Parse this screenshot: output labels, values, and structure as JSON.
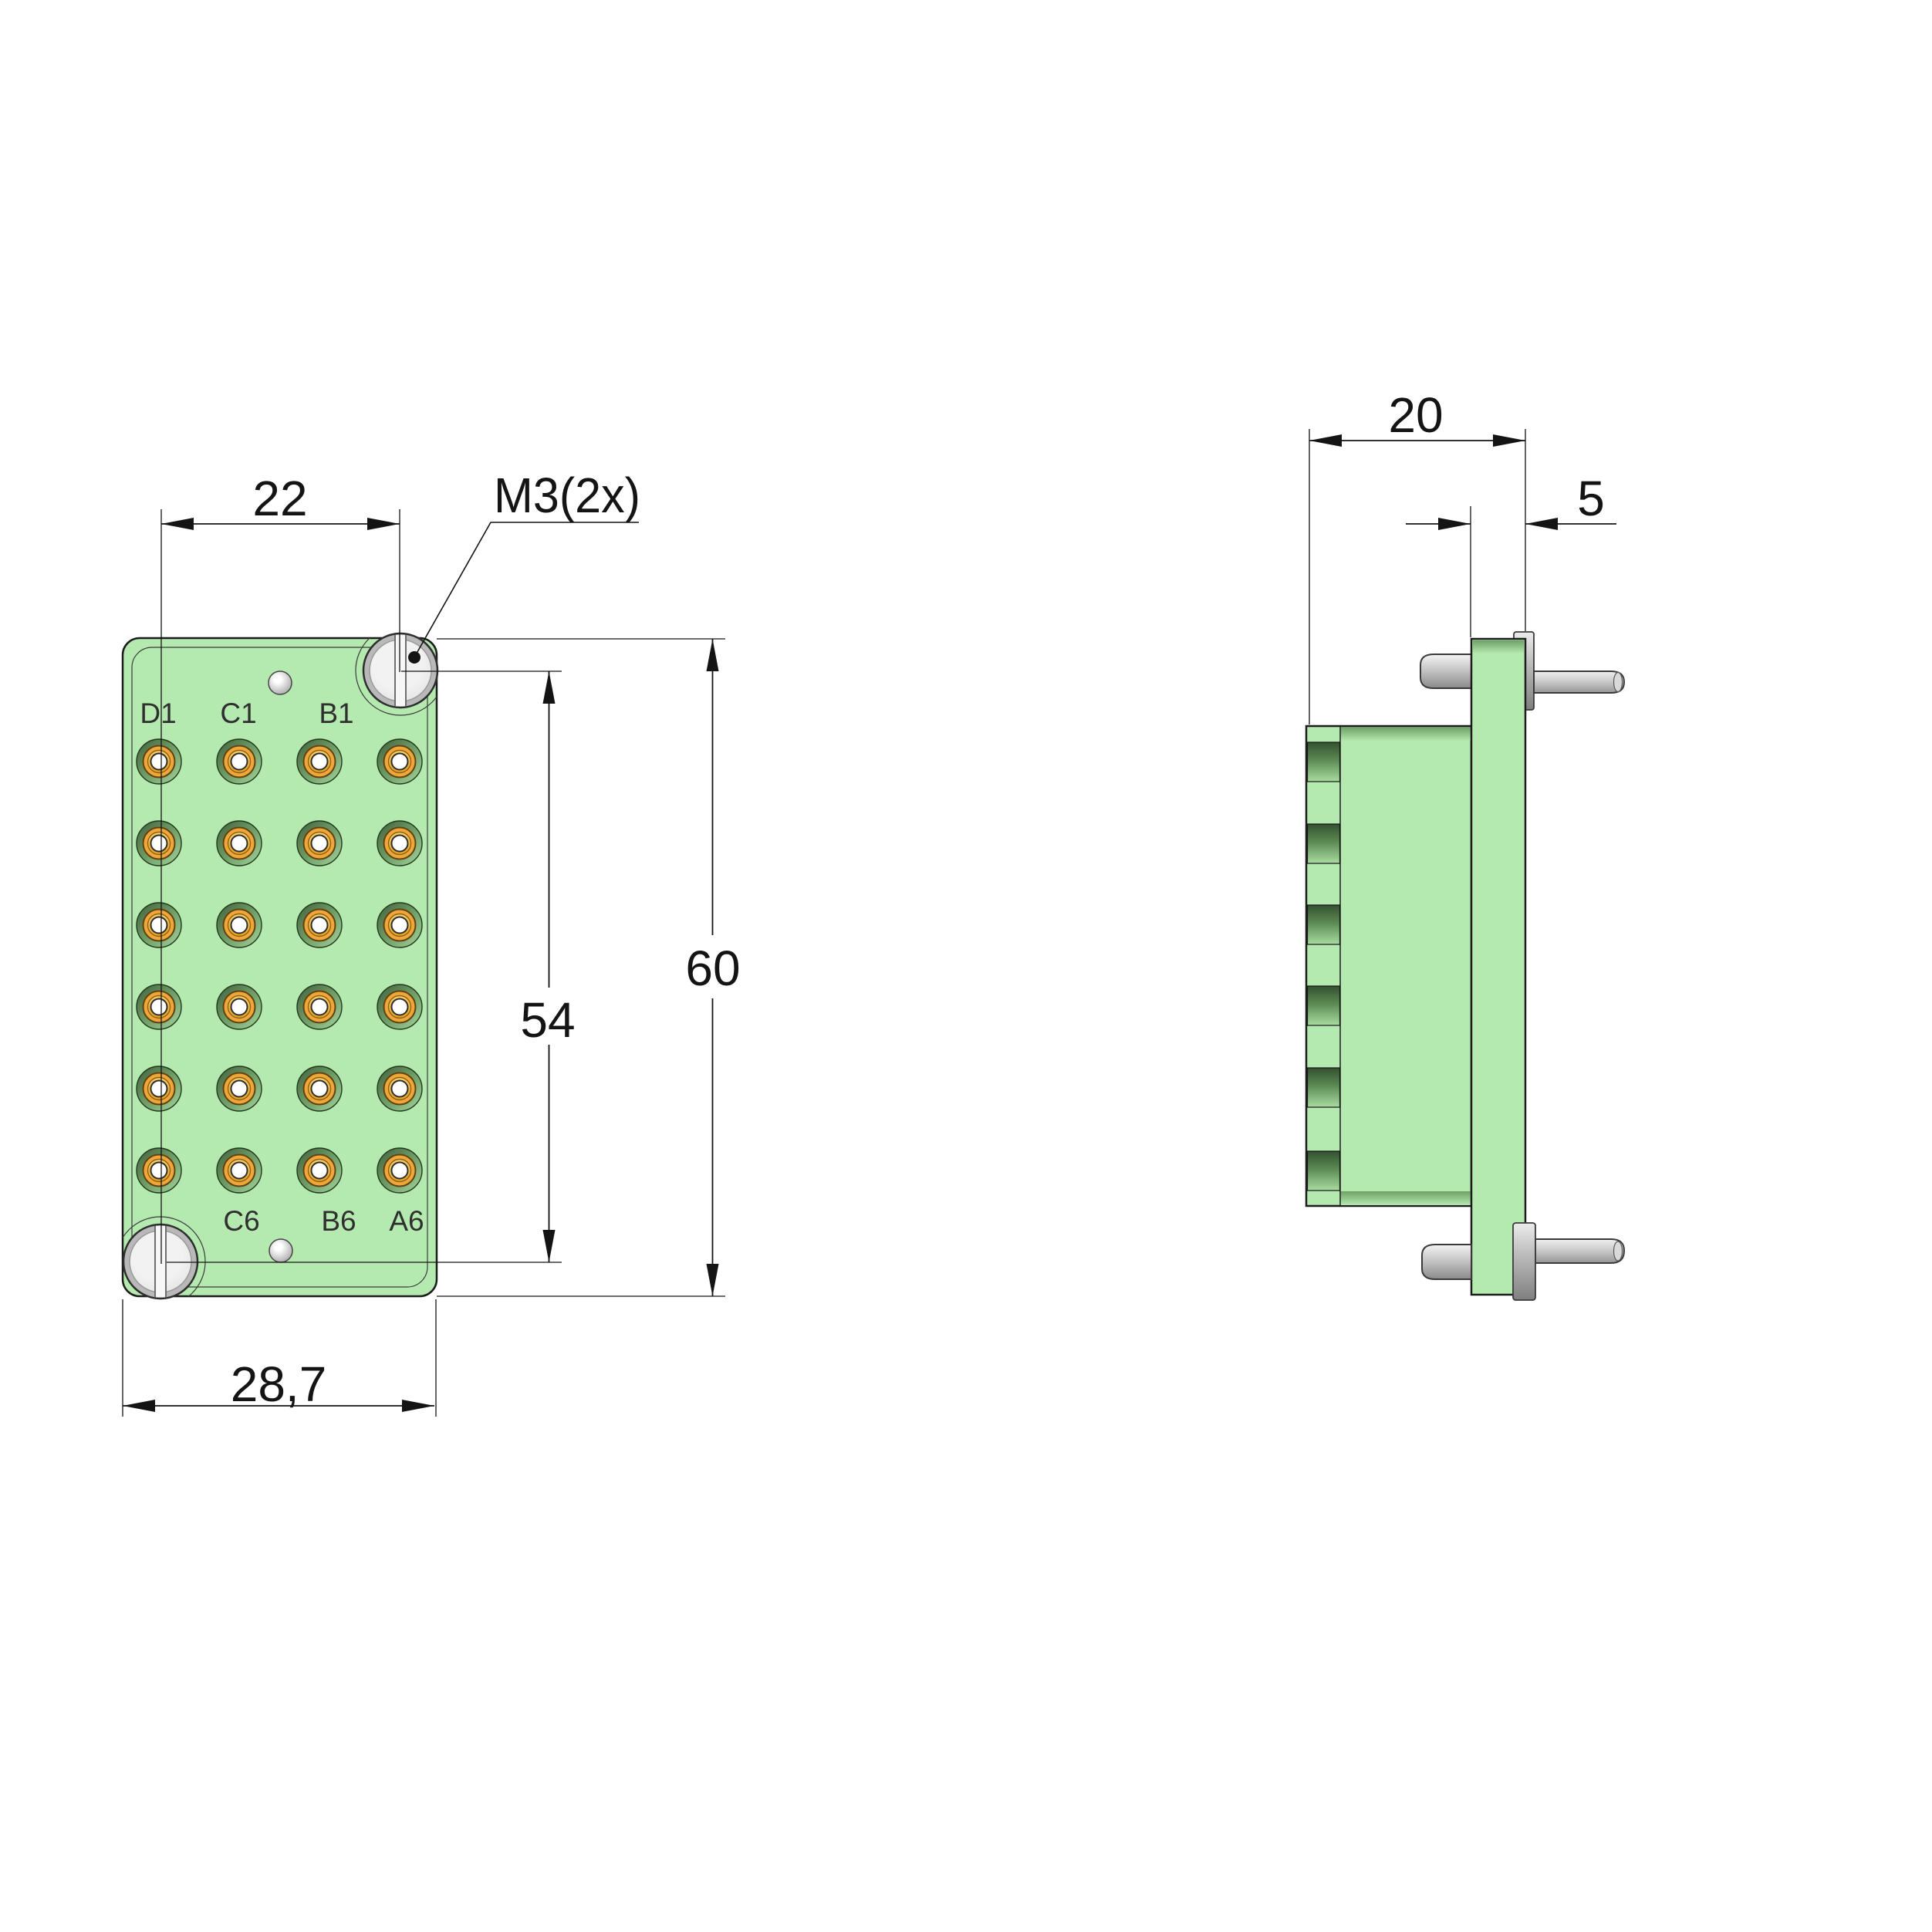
{
  "drawing": {
    "type": "technical-dimension-drawing",
    "views": [
      "front",
      "side"
    ],
    "front_view": {
      "dim_contact_span_width": "22",
      "dim_overall_width": "28,7",
      "dim_overall_height": "60",
      "dim_screw_span_height": "54",
      "thread_callout": "M3(2x)",
      "top_row_labels": [
        "D1",
        "C1",
        "B1"
      ],
      "bottom_row_labels": [
        "C6",
        "B6",
        "A6"
      ],
      "contact_columns": 4,
      "contact_rows": 6
    },
    "side_view": {
      "dim_depth": "20",
      "dim_flange_offset": "5"
    },
    "colors": {
      "housing_green": "#b4e9af",
      "shade_green": "#6fa166",
      "contact_orange": "#f0a63a",
      "metal_gray": "#c6c6c6",
      "line": "#141414",
      "background": "#ffffff"
    }
  }
}
